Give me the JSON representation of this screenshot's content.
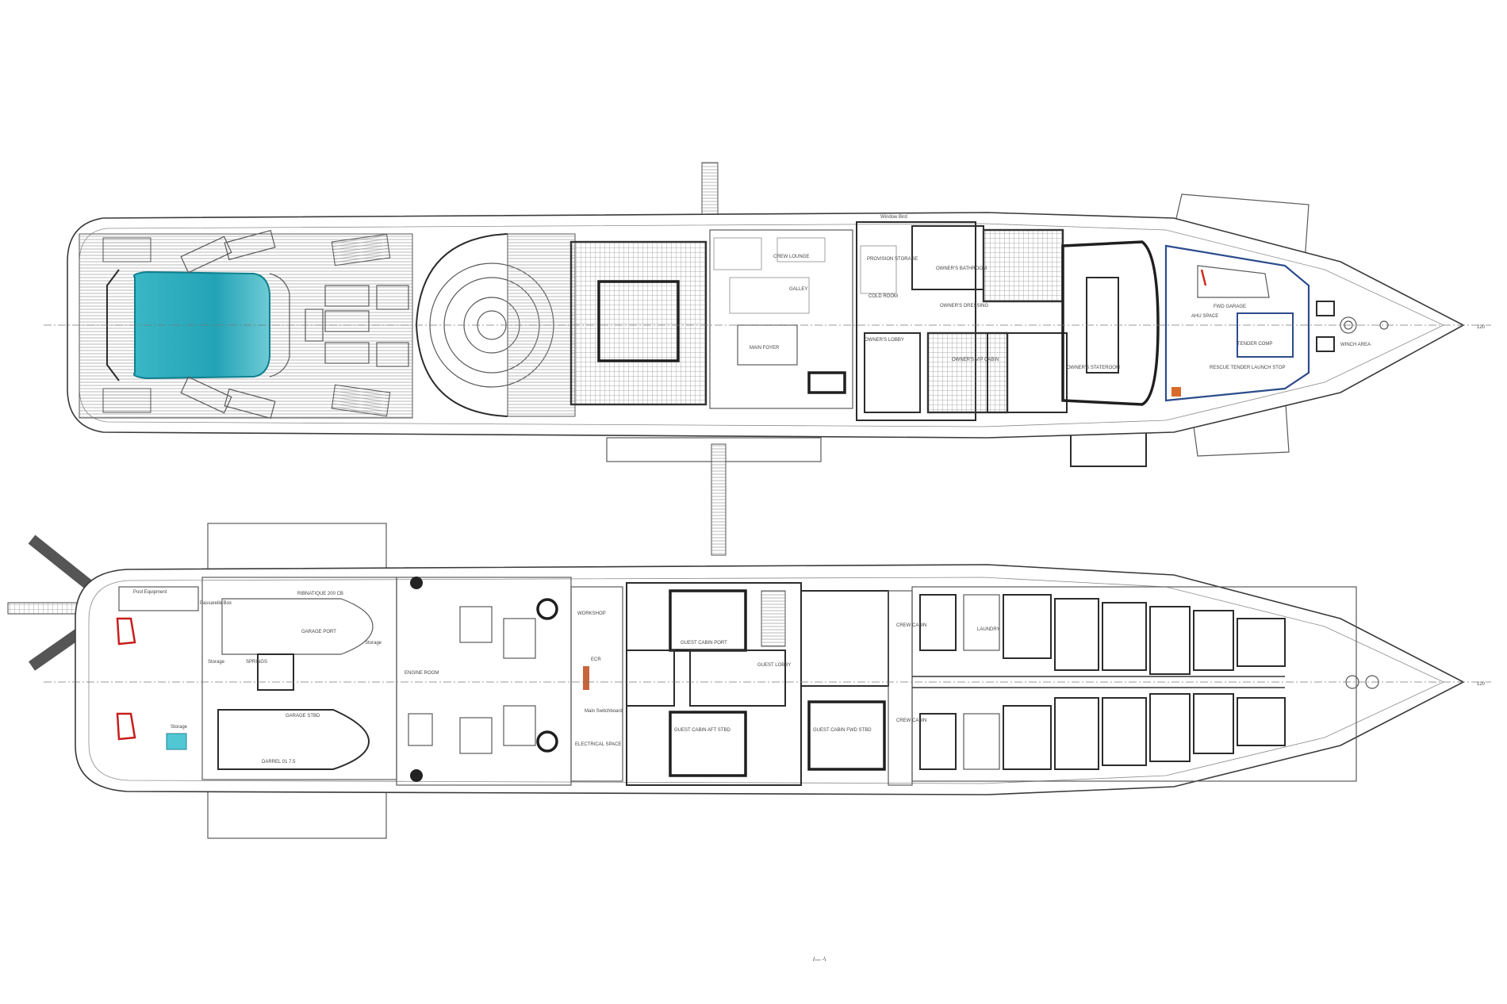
{
  "upper_deck": {
    "labels": {
      "wheelhouse_top": "Window Bird",
      "crew_lounge": "CREW LOUNGE",
      "galley": "GALLEY",
      "main_foyer": "MAIN FOYER",
      "owners_lobby": "OWNER'S LOBBY",
      "owners_dressing": "OWNER'S DRESSING",
      "owners_bathroom": "OWNER'S BATHROOM",
      "owners_vip_cabin": "OWNER'S VIP CABIN",
      "owners_stateroom": "OWNER'S STATEROOM",
      "provision_storage": "PROVISION STORAGE",
      "cold_room": "COLD ROOM",
      "ahu_space": "AHU SPACE",
      "fwd_garage": "FWD GARAGE",
      "winch_area": "WINCH AREA",
      "tender_comp": "TENDER COMP",
      "rescue_tender": "RESCUE TENDER LAUNCH STOP"
    },
    "scale_end": "120"
  },
  "lower_deck": {
    "labels": {
      "pool_equipment": "Pool Equipment",
      "passarelle_box": "Passarelle Box",
      "storage_1": "Storage",
      "storage_2": "Storage",
      "storage_3": "Storage",
      "garage_port": "GARAGE PORT",
      "garage_stbd": "GARAGE STBD",
      "ribnatique": "RIBNATIQUE 200 CB",
      "darrel": "DARREL 01 7.5",
      "springs": "SPRINGS",
      "engine_room": "ENGINE ROOM",
      "workshop": "WORKSHOP",
      "ecr": "ECR",
      "main_switchboard": "Main Switchboard",
      "electrical_space": "ELECTRICAL SPACE",
      "guest_cabin_port": "GUEST CABIN PORT",
      "guest_lobby": "GUEST LOBBY",
      "guest_cabin_aft_stbd": "GUEST CABIN AFT STBD",
      "guest_cabin_fwd_stbd": "GUEST CABIN FWD STBD",
      "crew_cabin_1": "CREW CABIN",
      "crew_cabin_2": "CREW CABIN",
      "laundry": "LAUNDRY"
    },
    "scale_end": "120"
  },
  "footer_mark": "/—  -\\"
}
